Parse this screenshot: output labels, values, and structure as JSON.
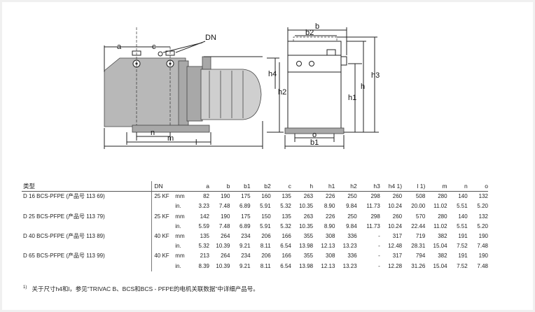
{
  "drawing": {
    "labels": {
      "a": "a",
      "c": "c",
      "dn": "DN",
      "n": "n",
      "m": "m",
      "l": "l",
      "h": "h",
      "h1": "h1",
      "h2": "h2",
      "h3": "h3",
      "h4": "h4",
      "b": "b",
      "b1": "b1",
      "b2": "b2",
      "o": "o"
    }
  },
  "table": {
    "headers": [
      "类型",
      "DN",
      "",
      "a",
      "b",
      "b1",
      "b2",
      "c",
      "h",
      "h1",
      "h2",
      "h3",
      "h4 1)",
      "l 1)",
      "m",
      "n",
      "o"
    ],
    "rows": [
      {
        "type": "D 16 BCS-PFPE (产品号 113 69)",
        "dn": "25 KF",
        "unit": "mm",
        "v": [
          "82",
          "190",
          "175",
          "160",
          "135",
          "263",
          "226",
          "250",
          "298",
          "260",
          "508",
          "280",
          "140",
          "132"
        ]
      },
      {
        "type": "",
        "dn": "",
        "unit": "in.",
        "v": [
          "3.23",
          "7.48",
          "6.89",
          "5.91",
          "5.32",
          "10.35",
          "8.90",
          "9.84",
          "11.73",
          "10.24",
          "20.00",
          "11.02",
          "5.51",
          "5.20"
        ]
      },
      {
        "type": "D 25 BCS-PFPE (产品号 113 79)",
        "dn": "25 KF",
        "unit": "mm",
        "v": [
          "142",
          "190",
          "175",
          "150",
          "135",
          "263",
          "226",
          "250",
          "298",
          "260",
          "570",
          "280",
          "140",
          "132"
        ]
      },
      {
        "type": "",
        "dn": "",
        "unit": "in.",
        "v": [
          "5.59",
          "7.48",
          "6.89",
          "5.91",
          "5.32",
          "10.35",
          "8.90",
          "9.84",
          "11.73",
          "10.24",
          "22.44",
          "11.02",
          "5.51",
          "5.20"
        ]
      },
      {
        "type": "D 40 BCS-PFPE (产品号 113 89)",
        "dn": "40 KF",
        "unit": "mm",
        "v": [
          "135",
          "264",
          "234",
          "206",
          "166",
          "355",
          "308",
          "336",
          "-",
          "317",
          "719",
          "382",
          "191",
          "190"
        ]
      },
      {
        "type": "",
        "dn": "",
        "unit": "in.",
        "v": [
          "5.32",
          "10.39",
          "9.21",
          "8.11",
          "6.54",
          "13.98",
          "12.13",
          "13.23",
          "-",
          "12.48",
          "28.31",
          "15.04",
          "7.52",
          "7.48"
        ]
      },
      {
        "type": "D 65 BCS-PFPE (产品号 113 99)",
        "dn": "40 KF",
        "unit": "mm",
        "v": [
          "213",
          "264",
          "234",
          "206",
          "166",
          "355",
          "308",
          "336",
          "-",
          "317",
          "794",
          "382",
          "191",
          "190"
        ]
      },
      {
        "type": "",
        "dn": "",
        "unit": "in.",
        "v": [
          "8.39",
          "10.39",
          "9.21",
          "8.11",
          "6.54",
          "13.98",
          "12.13",
          "13.23",
          "-",
          "12.28",
          "31.26",
          "15.04",
          "7.52",
          "7.48"
        ]
      }
    ]
  },
  "footnote": {
    "mark": "1)",
    "text": "关于尺寸h4和l，参见“TRIVAC B、BCS和BCS - PFPE的电机关联数据”中详细产品号。"
  }
}
